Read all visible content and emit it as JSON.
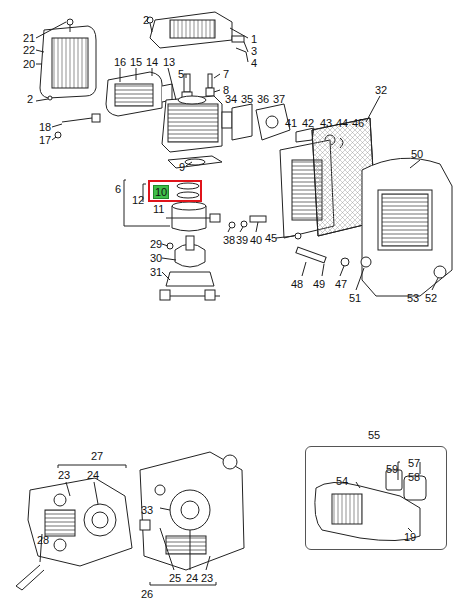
{
  "diagram": {
    "nodes": [
      {
        "text": [
          "10"
        ]
      },
      {
        "text": [
          "55",
          "59",
          "57",
          "58",
          "54",
          "19"
        ]
      }
    ],
    "labels": [
      "21",
      "22",
      "20",
      "2",
      "2",
      "1",
      "3",
      "4",
      "16",
      "15",
      "14",
      "13",
      "5",
      "7",
      "8",
      "18",
      "17",
      "34",
      "35",
      "36",
      "37",
      "32",
      "41",
      "42",
      "43",
      "44",
      "46",
      "9",
      "6",
      "12",
      "11",
      "50",
      "38",
      "39",
      "40",
      "29",
      "30",
      "31",
      "45",
      "48",
      "49",
      "47",
      "51",
      "53",
      "52",
      "27",
      "23",
      "24",
      "28",
      "33",
      "25",
      "24",
      "23",
      "26"
    ]
  }
}
